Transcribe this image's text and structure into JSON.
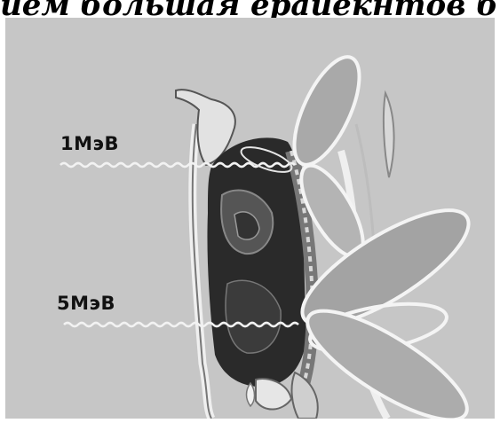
{
  "title": "ием большая ерайекнтов биергии",
  "beams": [
    {
      "label": "1МэВ"
    },
    {
      "label": "5МэВ"
    }
  ],
  "colors": {
    "background": "#c6c6c6",
    "lobe_outline": "#f4f4f4",
    "lobe_fill": "#a9a9a9",
    "tissue_dark": "#2a2a2a"
  }
}
